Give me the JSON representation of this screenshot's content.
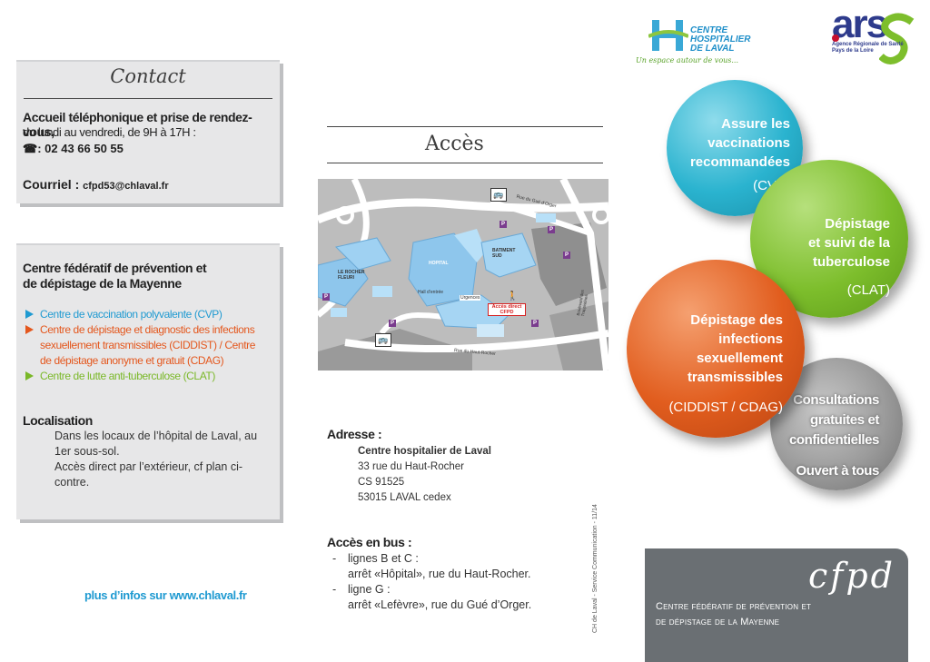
{
  "contact": {
    "title": "Contact",
    "phone_heading": "Accueil téléphonique et prise de rendez-vous,",
    "hours": "du lundi au vendredi, de 9H à 17H :",
    "phone": ": 02 43 66 50 55",
    "email_label": "Courriel : ",
    "email": "cfpd53@chlaval.fr"
  },
  "centre": {
    "title_line1": "Centre fédératif de prévention et",
    "title_line2": "de dépistage de la Mayenne",
    "services": [
      {
        "text": "Centre de vaccination polyvalente (CVP)",
        "color": "#1f9ad1"
      },
      {
        "text": "Centre de dépistage et diagnostic des infections sexuellement transmissibles (CIDDIST) / Centre de dépistage anonyme et gratuit (CDAG)",
        "color": "#e4571d"
      },
      {
        "text": "Centre de lutte anti-tuberculose (CLAT)",
        "color": "#7ab828"
      }
    ],
    "localisation_title": "Localisation",
    "localisation_line1": "Dans les locaux de l’hôpital de Laval, au 1er sous-sol.",
    "localisation_line2": "Accès direct par l’extérieur, cf plan ci-contre."
  },
  "more_info": "plus d’infos sur www.chlaval.fr",
  "acces": {
    "title": "Accès",
    "map_labels": {
      "rue_gue": "Rue du Gué d’Orger",
      "rue_haut": "Rue du Haut-Rocher",
      "bd": "Boulevard des Trappistines",
      "hopital": "HOPITAL",
      "batiment": "BATIMENT SUD",
      "le_rocher": "LE ROCHER FLEURI",
      "hall": "Hall d’entrée",
      "urgences": "Urgences",
      "acces_direct": "Accès direct CFPD",
      "p": "P"
    },
    "address_title": "Adresse :",
    "address_name": "Centre hospitalier de Laval",
    "address_lines": [
      "33 rue du Haut-Rocher",
      "CS 91525",
      "53015 LAVAL cedex"
    ],
    "bus_title": "Accès en bus :",
    "bus": [
      {
        "line": "lignes B et C :",
        "stop": "arrêt «Hôpital», rue du Haut-Rocher."
      },
      {
        "line": "ligne G :",
        "stop": "arrêt «Lefèvre», rue du Gué d’Orger."
      }
    ],
    "credit": "CH de Laval - Service Communication - 11/14"
  },
  "logos": {
    "ch_line1": "CENTRE",
    "ch_line2": "HOSPITALIER",
    "ch_line3": "DE LAVAL",
    "ch_tagline": "Un espace autour de vous...",
    "ars": "ars",
    "ars_line1": "Agence Régionale de Santé",
    "ars_line2": "Pays de la Loire"
  },
  "circles": {
    "cvp": {
      "title": [
        "Assure les",
        "vaccinations",
        "recommandées"
      ],
      "abbr": "(CVP)",
      "color": "#2ab3cf"
    },
    "clat": {
      "title": [
        "Dépistage",
        "et suivi de la",
        "tuberculose"
      ],
      "abbr": "(CLAT)",
      "color": "#7dbe2c"
    },
    "ciddist": {
      "title": [
        "Dépistage des",
        "infections",
        "sexuellement",
        "transmissibles"
      ],
      "abbr": "(CIDDIST / CDAG)",
      "color": "#e15d1e"
    },
    "grey": {
      "lines": [
        "Consultations",
        "gratuites et",
        "confidentielles"
      ],
      "ouvert": "Ouvert à tous"
    }
  },
  "banner": {
    "logo": "cfpd",
    "line1": "Centre fédératif de prévention et",
    "line2": "de dépistage de la Mayenne"
  }
}
